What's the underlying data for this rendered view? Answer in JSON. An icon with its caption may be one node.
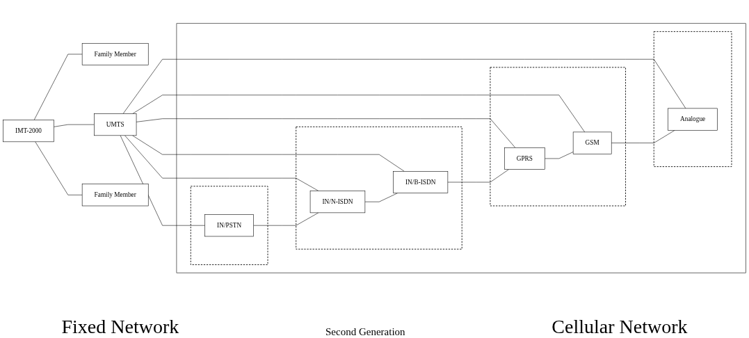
{
  "diagram": {
    "nodes": [
      {
        "text": [
          "IMT-2000"
        ]
      },
      {
        "text": [
          "Family Member"
        ]
      },
      {
        "text": [
          "UMTS"
        ]
      },
      {
        "text": [
          "Family Member"
        ]
      },
      {
        "text": [],
        "shape": "box"
      },
      {
        "text": [],
        "shape": "box",
        "in": 4
      },
      {
        "text": [
          "IN/PSTN"
        ],
        "in": 5
      },
      {
        "text": [],
        "shape": "box",
        "in": 4
      },
      {
        "text": [
          "IN/N-ISDN"
        ],
        "in": 7
      },
      {
        "text": [
          "IN/B-ISDN"
        ],
        "in": 7
      },
      {
        "text": [],
        "shape": "box",
        "in": 4
      },
      {
        "text": [
          "GPRS"
        ],
        "in": 10
      },
      {
        "text": [
          "GSM"
        ],
        "in": 10
      },
      {
        "text": [],
        "shape": "box",
        "in": 4
      },
      {
        "text": [
          "Analogue"
        ],
        "in": 13
      }
    ],
    "edges": [
      {
        "from": 0,
        "to": 1,
        "arrow": "none"
      },
      {
        "from": 0,
        "to": 2,
        "arrow": "none"
      },
      {
        "from": 0,
        "to": 3,
        "arrow": "none"
      },
      {
        "from": 2,
        "to": 6,
        "arrow": "none"
      },
      {
        "from": 2,
        "to": 8,
        "arrow": "none"
      },
      {
        "from": 2,
        "to": 9,
        "arrow": "none"
      },
      {
        "from": 2,
        "to": 11,
        "arrow": "none"
      },
      {
        "from": 2,
        "to": 12,
        "arrow": "none"
      },
      {
        "from": 2,
        "to": 14,
        "arrow": "none"
      },
      {
        "from": 6,
        "to": 8,
        "arrow": "none"
      },
      {
        "from": 8,
        "to": 9,
        "arrow": "none"
      },
      {
        "from": 9,
        "to": 11,
        "arrow": "none"
      },
      {
        "from": 11,
        "to": 12,
        "arrow": "none"
      },
      {
        "from": 12,
        "to": 14,
        "arrow": "none"
      }
    ],
    "labels": [
      "Second Generation",
      "Fixed Network",
      "Cellular Network"
    ]
  }
}
